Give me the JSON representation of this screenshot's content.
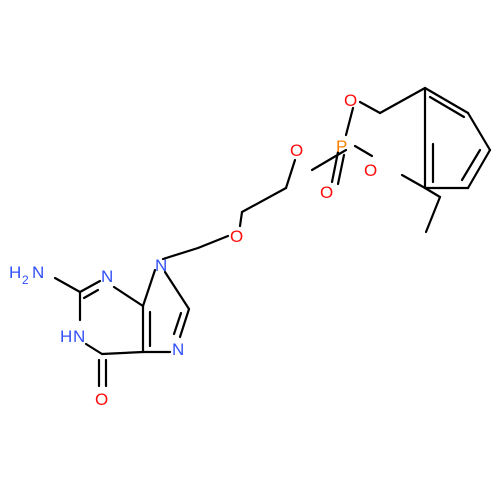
{
  "colors": {
    "background": "#ffffff",
    "bond": "#000000",
    "nitrogen": "#3050f8",
    "oxygen": "#ff0d0d",
    "phosphorus": "#ff8000"
  },
  "atoms": {
    "p": "P",
    "o_ring_top": "O",
    "o_ring_bottom": "O",
    "o_double": "O",
    "o_link": "O",
    "o_ether": "O",
    "n9": "N",
    "n3": "N",
    "n7": "N",
    "n1": "N",
    "n1_h": "H",
    "nh2_h": "H",
    "nh2_sub": "2",
    "nh2_n": "N",
    "o_carbonyl": "O"
  }
}
